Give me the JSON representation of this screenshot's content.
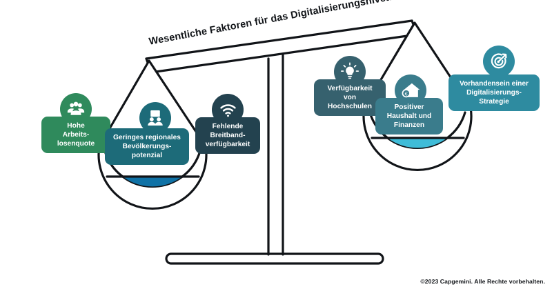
{
  "graphic": {
    "type": "balance-scale-infographic",
    "title": "Wesentliche Faktoren für das Digitalisierungsniveau",
    "title_rotation_deg": -10.5,
    "colors": {
      "outline": "#111418",
      "left_pan_fill": "#0f72a6",
      "right_pan_fill": "#3fbcd8",
      "background": "#ffffff",
      "green": "#2f8a5c",
      "teal": "#1d6b79",
      "dark_slate": "#23424f",
      "slate_teal": "#36616e",
      "medium_teal": "#3a7c8c",
      "light_teal": "#2e8ba0"
    }
  },
  "left_pan": {
    "side_label": "negative-factors",
    "fill_color": "#0f72a6",
    "factors": [
      {
        "id": "hohe-arbeitslosenquote",
        "label": "Hohe\nArbeits-\nlosenquote",
        "icon": "people-group-icon",
        "color": "#2f8a5c"
      },
      {
        "id": "geringes-regionales-bevoelkerungspotenzial",
        "label": "Geringes regionales\nBevölkerungs-\npotenzial",
        "icon": "people-presentation-icon",
        "color": "#1d6b79"
      },
      {
        "id": "fehlende-breitbandverfuegbarkeit",
        "label": "Fehlende\nBreitband-\nverfügbarkeit",
        "icon": "wifi-icon",
        "color": "#23424f"
      }
    ]
  },
  "right_pan": {
    "side_label": "positive-factors",
    "fill_color": "#3fbcd8",
    "factors": [
      {
        "id": "verfuegbarkeit-von-hochschulen",
        "label": "Verfügbarkeit\nvon\nHochschulen",
        "icon": "lightbulb-icon",
        "color": "#36616e"
      },
      {
        "id": "positiver-haushalt-und-finanzen",
        "label": "Positiver\nHaushalt und\nFinanzen",
        "icon": "house-money-icon",
        "color": "#3a7c8c"
      },
      {
        "id": "vorhandensein-einer-digitalisierungs-strategie",
        "label": "Vorhandensein einer\nDigitalisierungs-\nStrategie",
        "icon": "target-arrow-icon",
        "color": "#2e8ba0"
      }
    ]
  },
  "footer": {
    "copyright": "©2023 Capgemini. Alle Rechte vorbehalten."
  }
}
